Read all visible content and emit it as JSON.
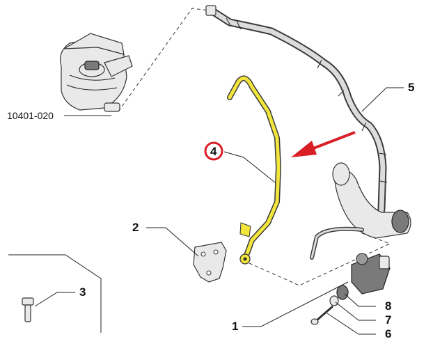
{
  "diagram": {
    "ref_code": "10401-020",
    "highlight_color": "#d81f26",
    "hose_color": "#f2e53c",
    "callouts": {
      "c1": "1",
      "c2": "2",
      "c3": "3",
      "c4": "4",
      "c5": "5",
      "c6": "6",
      "c7": "7",
      "c8": "8"
    },
    "icons": [
      "expansion-tank-icon",
      "corrugated-hose-icon",
      "coolant-pipe-icon",
      "bracket-icon",
      "bolt-icon",
      "electric-pump-icon",
      "direction-arrow-icon"
    ]
  }
}
